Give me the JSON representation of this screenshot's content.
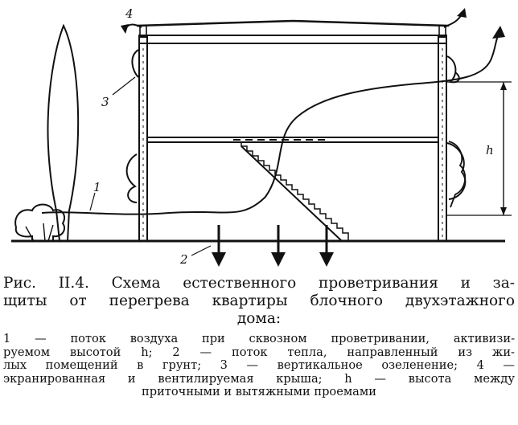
{
  "figure": {
    "labels": {
      "one": "1",
      "two": "2",
      "three": "3",
      "four": "4",
      "h": "h"
    }
  },
  "caption": {
    "title_lines": [
      "Рис. II.4. Схема естественного проветривания и за-",
      "щиты от перегрева квартиры блочного двухэтажного",
      "дома:"
    ],
    "legend_lines": [
      "1 — поток воздуха при сквозном проветривании, активизи-",
      "руемом высотой h; 2 — поток тепла, направленный из жи-",
      "лых помещений в грунт; 3 — вертикальное озеленение; 4 —",
      "экранированная и вентилируемая крыша; h — высота между",
      "приточными и вытяжными проемами"
    ]
  }
}
